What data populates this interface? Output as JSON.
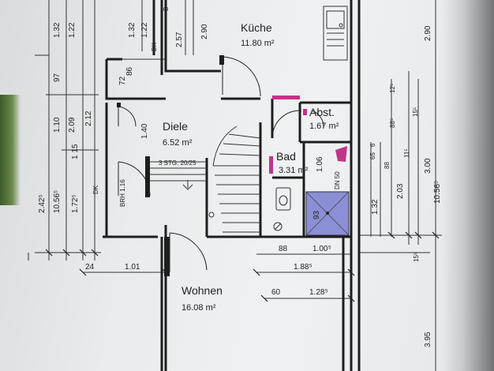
{
  "rooms": {
    "kueche": {
      "name": "Küche",
      "area": "11.80 m²"
    },
    "abst": {
      "name": "Abst.",
      "area": "1.67 m²"
    },
    "diele": {
      "name": "Diele",
      "area": "6.52 m²"
    },
    "bad": {
      "name": "Bad",
      "area": "3.31 m²"
    },
    "wohnen": {
      "name": "Wohnen",
      "area": "16.08 m²"
    }
  },
  "labels": {
    "stg": "3 STG. 20/25",
    "brh": "BRH 1.16",
    "dk_left": "DK",
    "dk_top": "DK",
    "d_top": "D",
    "dn50": "DN 50",
    "shower_93": "93"
  },
  "dims_left": {
    "d1_32": "1.32",
    "d1_22": "1.22",
    "d97": "97",
    "d1_10": "1.10",
    "d2_09": "2.09",
    "d2_12": "2.12",
    "d2_425": "2.42⁵",
    "d10_565": "10.56⁵",
    "d1_725": "1.72⁵",
    "d115": "1 15",
    "d1_40": "1.40",
    "d72": "72",
    "d86": "86"
  },
  "dims_top": {
    "d1_32b": "1.32",
    "d1_22b": "1.22",
    "d2_57": "2.57",
    "d2_90": "2.90"
  },
  "dims_right": {
    "d2_90r": "2.90",
    "d12_5": "12⁵",
    "d15_5a": "15⁵",
    "d88_5": "88⁵",
    "d11_5": "11⁵",
    "d6": "6",
    "d65": "65",
    "d88": "88",
    "d1_06": "1.06",
    "d2_03": "2.03",
    "d3_00": "3.00",
    "d10_565r": "10.56⁵",
    "d1_32r": "1.32",
    "d15_5b": "15⁵",
    "d3_95": "3.95"
  },
  "dims_bottom": {
    "d24": "24",
    "d1_01": "1.01",
    "d88b": "88",
    "d1_005": "1.00⁵",
    "d1_885": "1.88⁵",
    "d60": "60",
    "d1_285": "1.28⁵"
  },
  "colors": {
    "wall": "#1e1e1e",
    "magenta": "#c2338a",
    "shower": "#8a8fd6"
  }
}
